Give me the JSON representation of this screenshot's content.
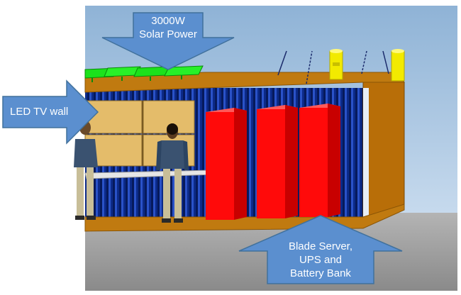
{
  "callouts": {
    "solar": {
      "text": "3000W\nSolar Power"
    },
    "tv_wall": {
      "text": "LED TV wall"
    },
    "server": {
      "text": "Blade Server,\nUPS and\nBattery Bank"
    }
  },
  "colors": {
    "sky_top": "#8fb3d6",
    "sky_bottom": "#c4d8ec",
    "ground": "#9a9a9a",
    "callout_fill": "#5b8fcf",
    "callout_stroke": "#41719c",
    "container_wood": "#c07a10",
    "container_wall": "#0c2a88",
    "tv_panel": "#e4bc6a",
    "solar_panel": "#1be21b",
    "server_rack": "#ff0a0a",
    "pole": "#f2ea00"
  }
}
